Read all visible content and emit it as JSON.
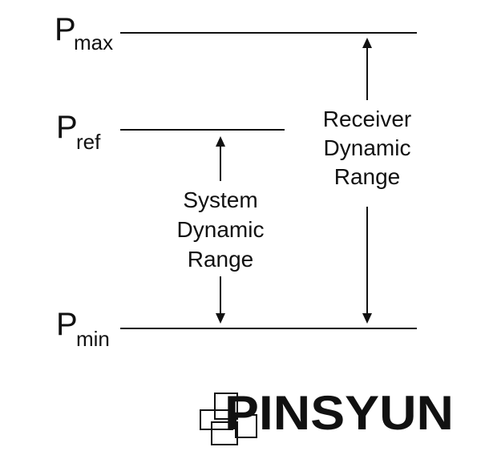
{
  "diagram": {
    "levels": {
      "max": {
        "symbol": "P",
        "subscript": "max"
      },
      "ref": {
        "symbol": "P",
        "subscript": "ref"
      },
      "min": {
        "symbol": "P",
        "subscript": "min"
      }
    },
    "system_range": {
      "line1": "System",
      "line2": "Dynamic",
      "line3": "Range"
    },
    "receiver_range": {
      "line1": "Receiver",
      "line2": "Dynamic",
      "line3": "Range"
    }
  },
  "logo": {
    "text": "PINSYUN"
  },
  "colors": {
    "ink": "#111111",
    "background": "#ffffff"
  }
}
